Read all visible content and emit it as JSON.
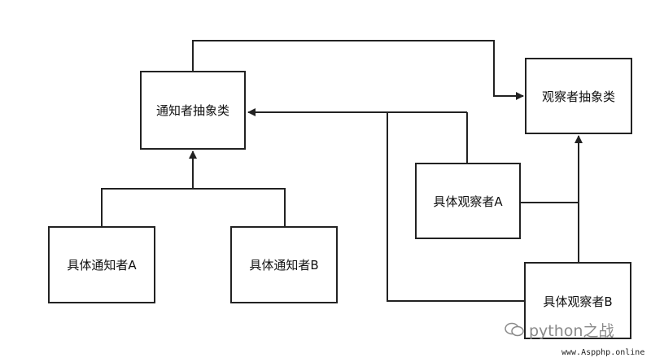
{
  "nodes": {
    "notifier_abstract": "通知者抽象类",
    "observer_abstract": "观察者抽象类",
    "concrete_notifier_a": "具体通知者A",
    "concrete_notifier_b": "具体通知者B",
    "concrete_observer_a": "具体观察者A",
    "concrete_observer_b": "具体观察者B"
  },
  "watermark": {
    "text": "python之战",
    "site": "www.Aspphp.online"
  },
  "colors": {
    "line": "#222222",
    "watermark": "#8a8a8a"
  }
}
